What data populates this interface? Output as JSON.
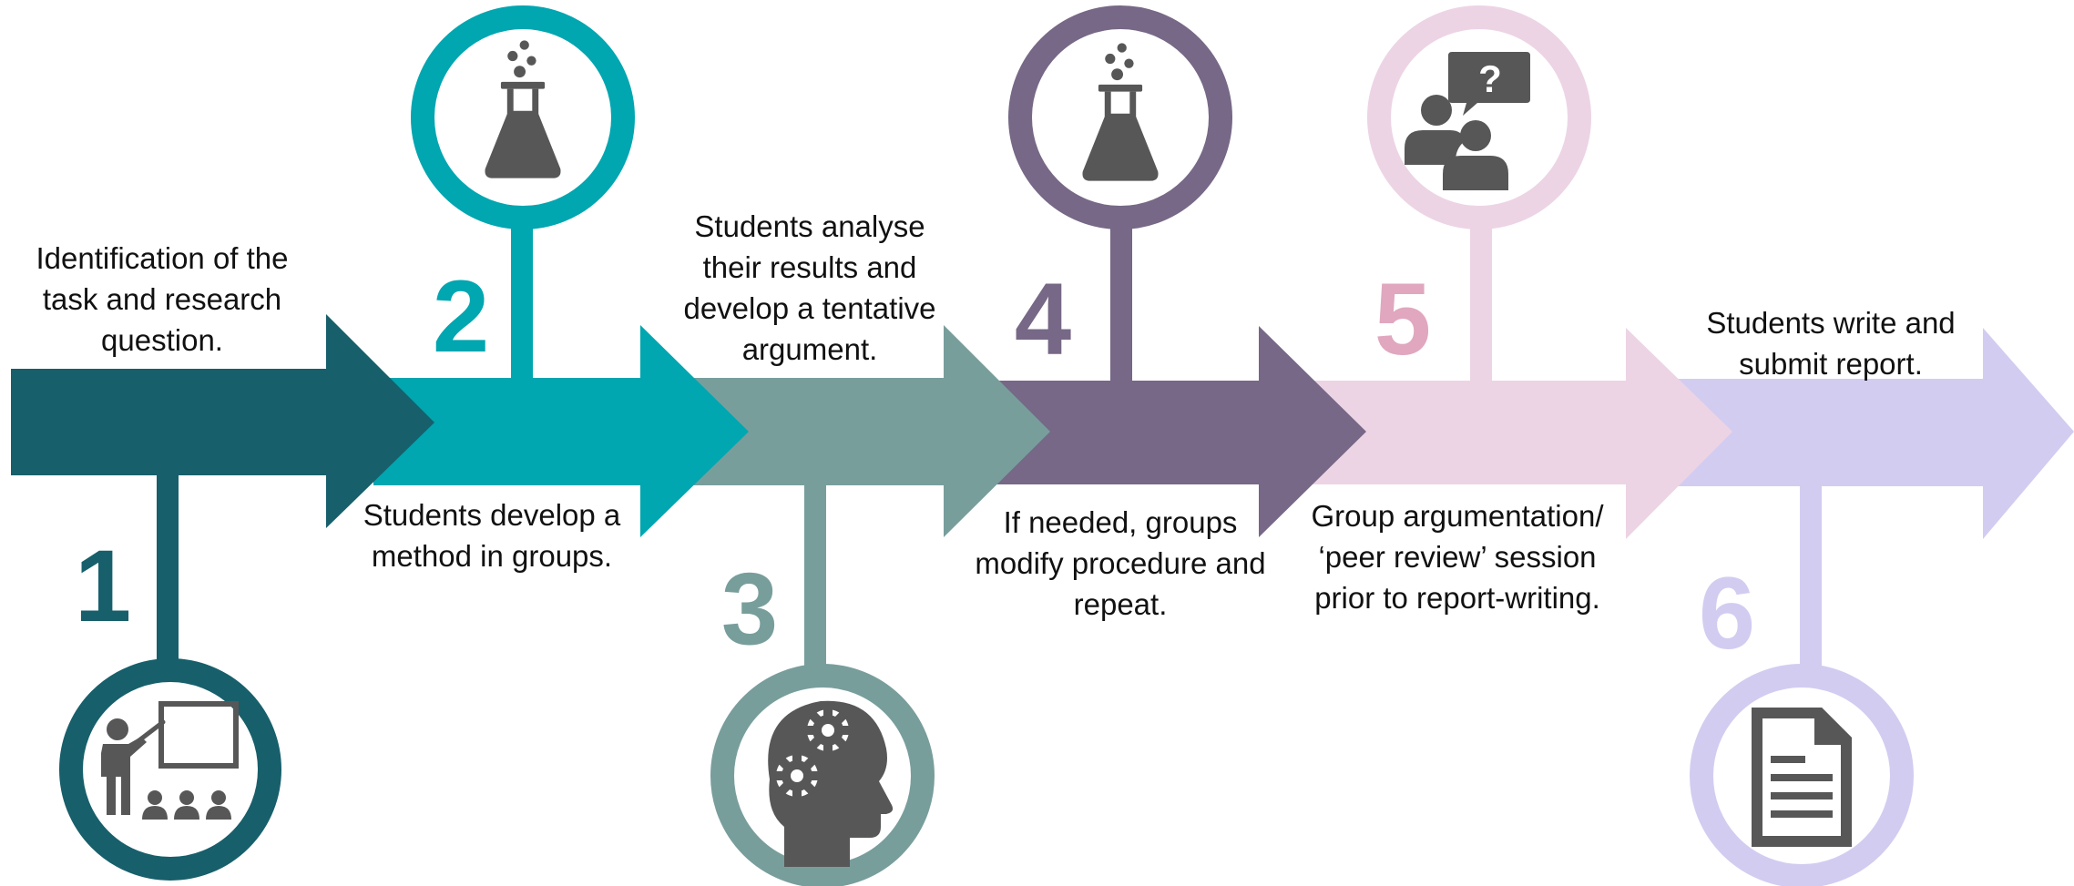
{
  "colors": {
    "step1": "#175f6b",
    "step2": "#00a6b0",
    "step3": "#789e9c",
    "step4": "#766886",
    "step5": "#ecd4e5",
    "step6": "#d3ccf1",
    "number5": "#e0a7bf",
    "icon": "#575757"
  },
  "steps": [
    {
      "number": "1",
      "icon": "teacher-presentation-icon",
      "caption": [
        "Identification of the",
        "task and research",
        "question."
      ]
    },
    {
      "number": "2",
      "icon": "flask-icon",
      "caption": [
        "Students develop a",
        "method in groups."
      ]
    },
    {
      "number": "3",
      "icon": "head-gears-icon",
      "caption": [
        "Students analyse",
        "their results and",
        "develop a tentative",
        "argument."
      ]
    },
    {
      "number": "4",
      "icon": "flask-icon",
      "caption": [
        "If needed, groups",
        "modify procedure and",
        "repeat."
      ]
    },
    {
      "number": "5",
      "icon": "discussion-question-icon",
      "caption": [
        "Group argumentation/",
        "‘peer review’ session",
        "prior to report-writing."
      ]
    },
    {
      "number": "6",
      "icon": "document-icon",
      "caption": [
        "Students write and",
        "submit report."
      ]
    }
  ]
}
